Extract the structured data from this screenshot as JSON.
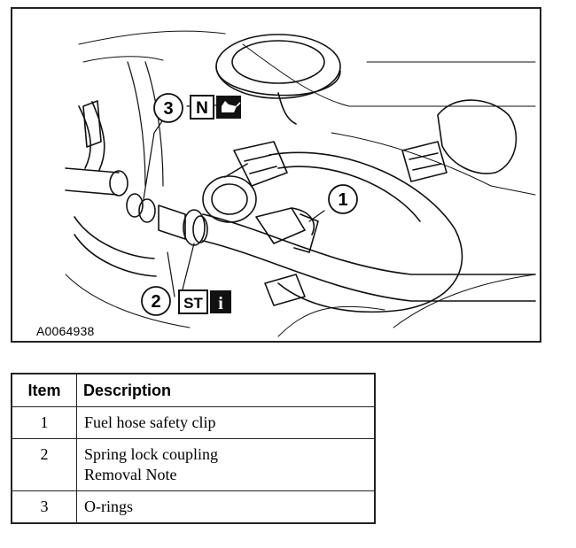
{
  "figure": {
    "id_label": "A0064938",
    "callouts": [
      {
        "number": "1"
      },
      {
        "number": "2",
        "symbols": [
          "ST",
          "i"
        ]
      },
      {
        "number": "3",
        "symbols": [
          "N",
          "oil-can"
        ]
      }
    ]
  },
  "table": {
    "headers": {
      "item": "Item",
      "description": "Description"
    },
    "rows": [
      {
        "item": "1",
        "lines": [
          "Fuel hose safety clip"
        ]
      },
      {
        "item": "2",
        "lines": [
          "Spring lock coupling",
          "Removal Note"
        ]
      },
      {
        "item": "3",
        "lines": [
          "O-rings"
        ]
      }
    ]
  }
}
